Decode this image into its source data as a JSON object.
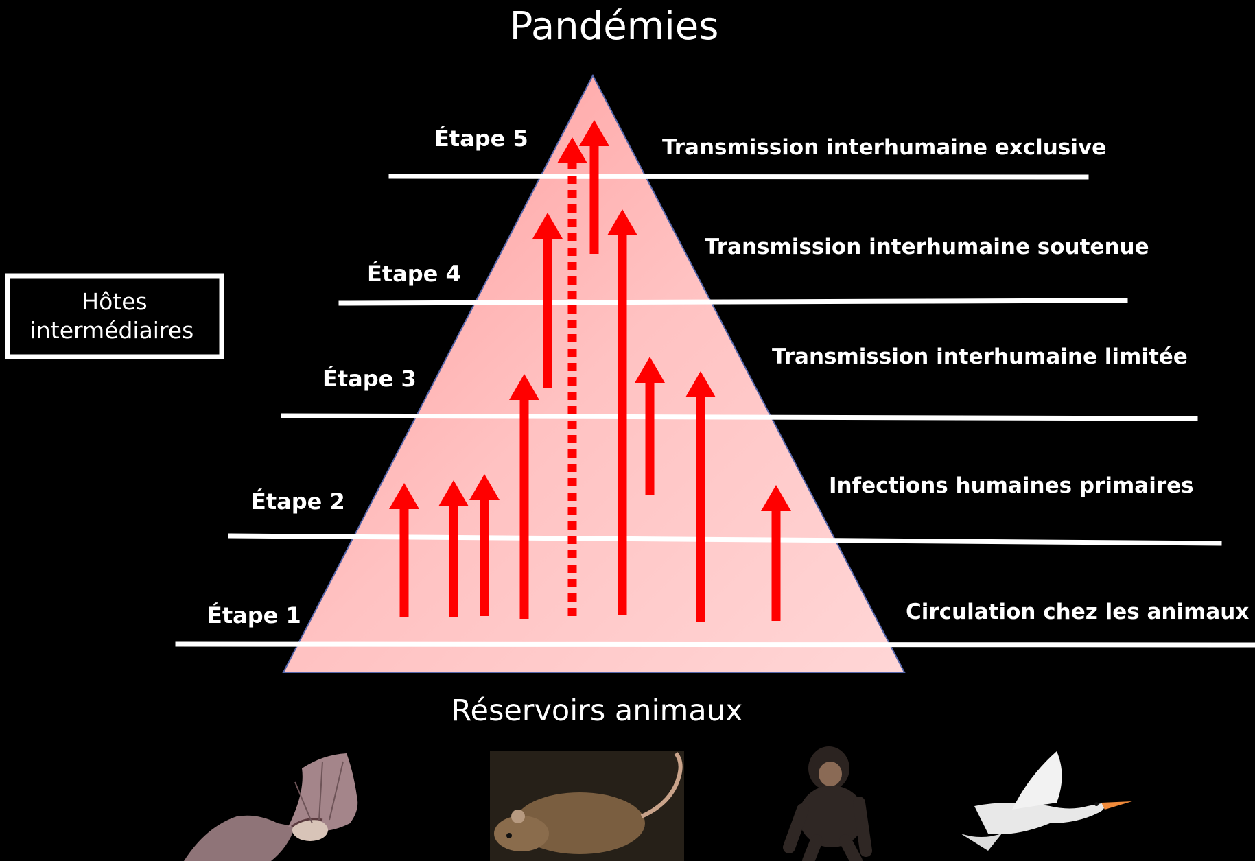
{
  "title": "Pandémies",
  "bottom_label": "Réservoirs animaux",
  "hosts_box": {
    "line1": "Hôtes",
    "line2": "intermédiaires"
  },
  "stages": [
    {
      "label": "Étape 5",
      "description": "Transmission interhumaine exclusive"
    },
    {
      "label": "Étape 4",
      "description": "Transmission interhumaine soutenue"
    },
    {
      "label": "Étape 3",
      "description": "Transmission interhumaine limitée"
    },
    {
      "label": "Étape 2",
      "description": "Infections humaines primaires"
    },
    {
      "label": "Étape 1",
      "description": "Circulation chez les animaux"
    }
  ],
  "animals": [
    "bat-icon",
    "rat-icon",
    "chimpanzee-icon",
    "goose-icon"
  ],
  "colors": {
    "background": "#000000",
    "pyramid": "#ffc0c0",
    "arrow": "#ff0000",
    "line": "#ffffff"
  }
}
